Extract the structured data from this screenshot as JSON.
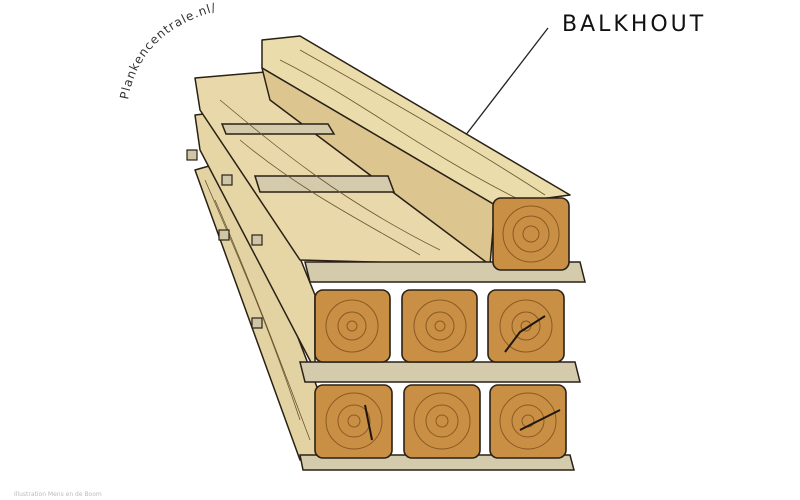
{
  "label": {
    "text": "BALKHOUT"
  },
  "watermark": {
    "text": "Plankencentrale.nl/"
  },
  "credit": {
    "text": "Illustration Mens en de Boom"
  },
  "colors": {
    "wood_light": "#e8d8a8",
    "wood_mid": "#d9c28a",
    "wood_end": "#c98f45",
    "spacer": "#cfc6a8",
    "ink": "#2a2116"
  }
}
